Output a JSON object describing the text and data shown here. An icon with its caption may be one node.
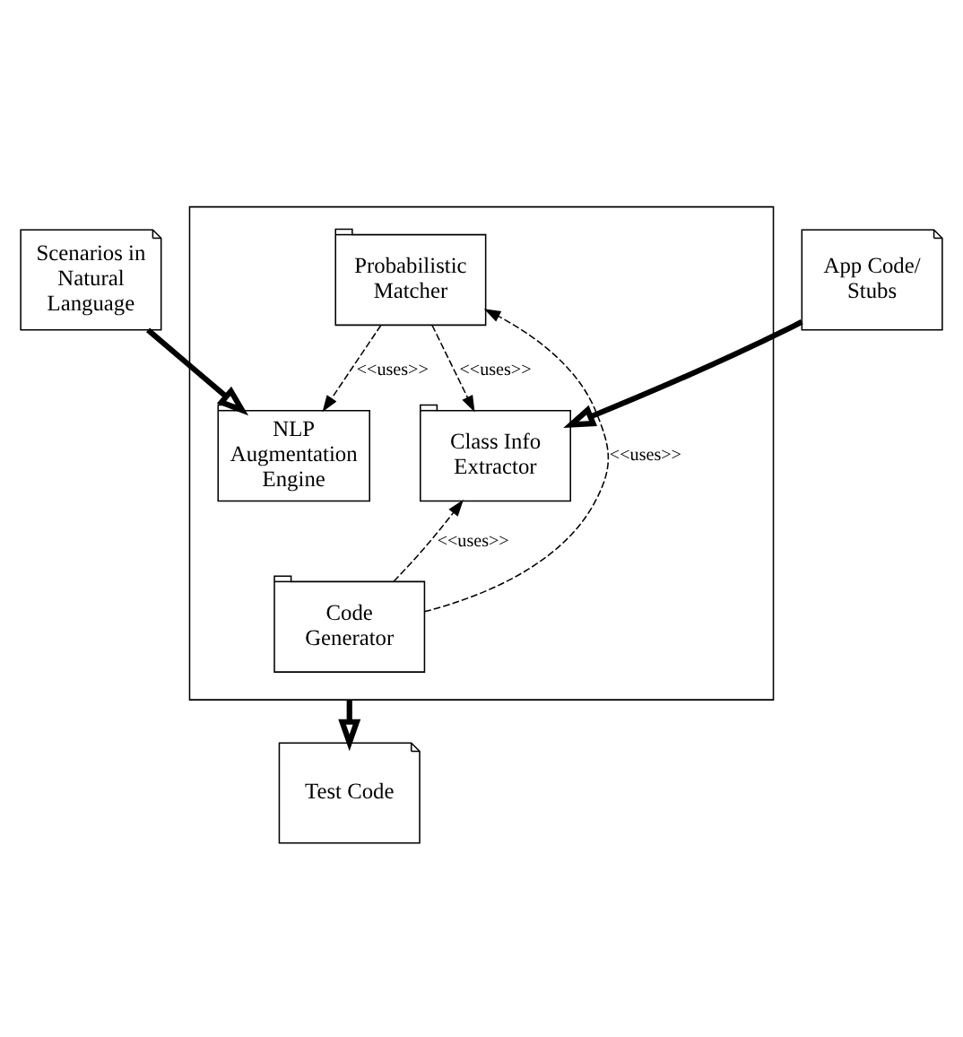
{
  "diagram": {
    "nodes": [
      {
        "text": [
          "Scenarios in Natural Language"
        ]
      },
      {
        "text": [
          "App Code/ Stubs"
        ]
      },
      {
        "text": [],
        "shape": "box"
      },
      {
        "text": [
          "Probabilistic Matcher"
        ],
        "in": 2
      },
      {
        "text": [
          "NLP Augmentation Engine"
        ],
        "in": 2
      },
      {
        "text": [
          "Class Info Extractor"
        ],
        "in": 2
      },
      {
        "text": [
          "Code Generator"
        ],
        "in": 2
      },
      {
        "text": [
          "Test Code"
        ]
      }
    ],
    "edges": [
      {
        "from": 0,
        "to": 4,
        "arrow": "to",
        "style": "thick"
      },
      {
        "from": 1,
        "to": 5,
        "arrow": "to",
        "style": "thick"
      },
      {
        "from": 3,
        "to": 4,
        "arrow": "to",
        "style": "dashed",
        "label": "<<uses>>"
      },
      {
        "from": 3,
        "to": 5,
        "arrow": "to",
        "style": "dashed",
        "label": "<<uses>>"
      },
      {
        "from": 6,
        "to": 3,
        "arrow": "to",
        "style": "dashed",
        "label": "<<uses>>"
      },
      {
        "from": 6,
        "to": 5,
        "arrow": "to",
        "style": "dashed",
        "label": "<<uses>>"
      },
      {
        "from": 2,
        "to": 7,
        "arrow": "to",
        "style": "thick"
      }
    ]
  }
}
